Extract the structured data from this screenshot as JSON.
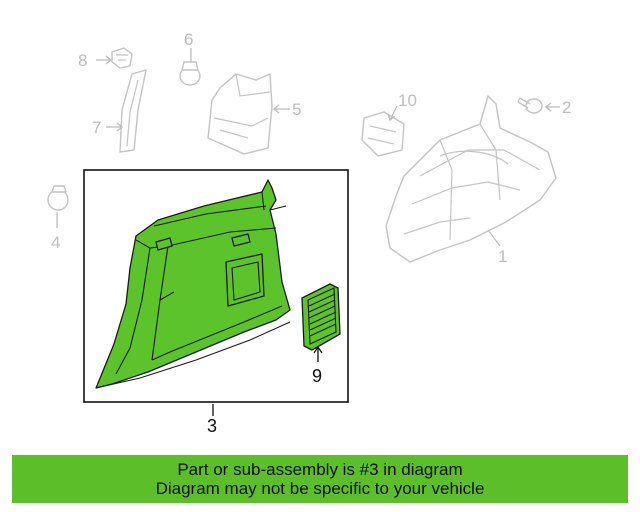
{
  "diagram": {
    "callouts": {
      "c1": "1",
      "c2": "2",
      "c3": "3",
      "c4": "4",
      "c5": "5",
      "c6": "6",
      "c7": "7",
      "c8": "8",
      "c9": "9",
      "c10": "10"
    },
    "highlight_color": "#5cc42a",
    "ghost_color": "#c4c4c4"
  },
  "banner": {
    "line1": "Part or sub-assembly is #3 in diagram",
    "line2": "Diagram may not be specific to your vehicle",
    "background": "#5cbf2a"
  }
}
